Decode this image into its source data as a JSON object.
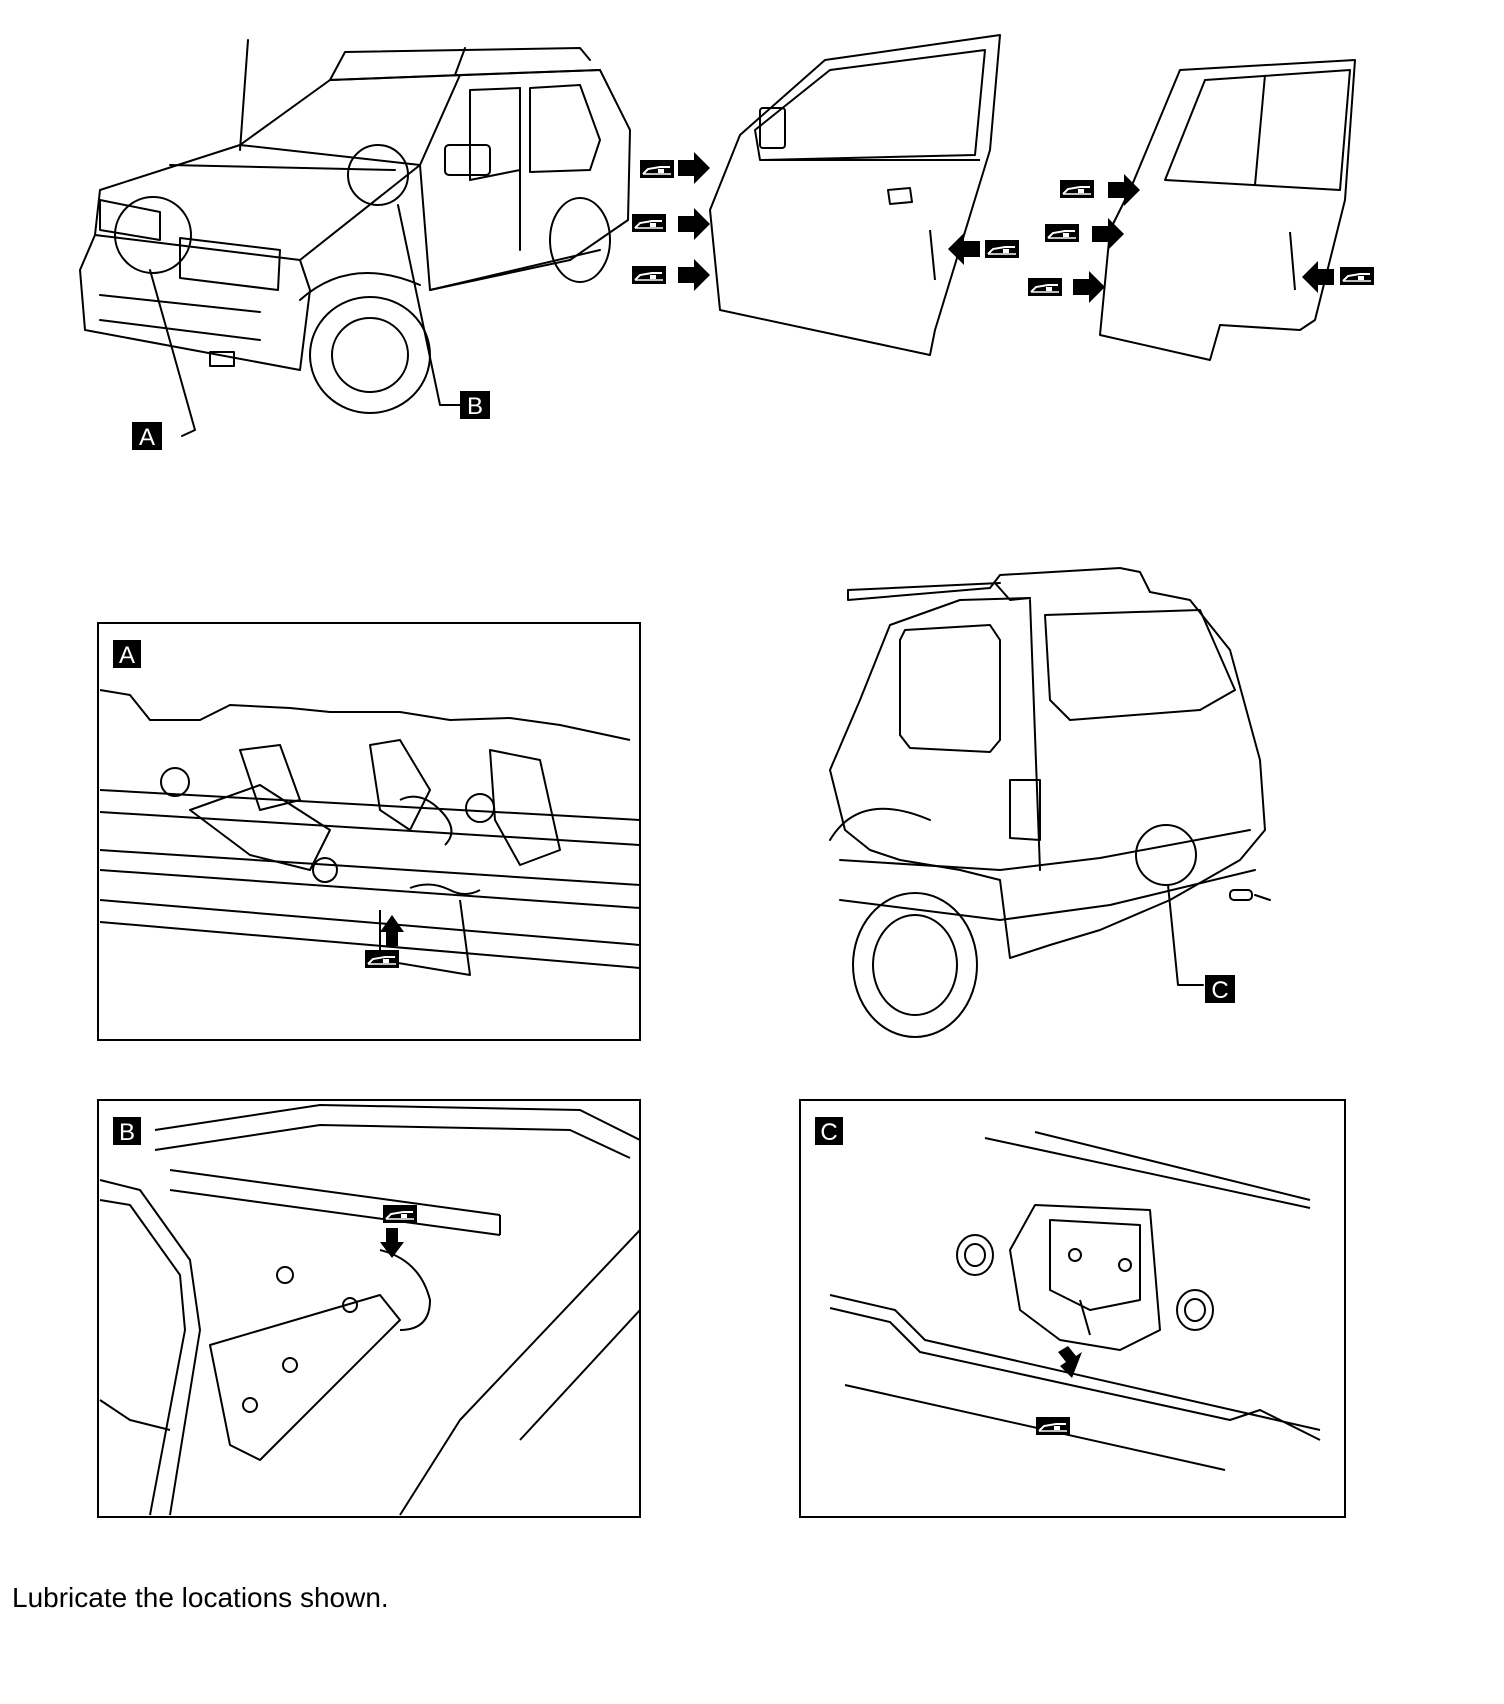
{
  "figure": {
    "callouts": {
      "a": "A",
      "b": "B",
      "c": "C"
    },
    "panels": [
      {
        "id": "A",
        "label": "A"
      },
      {
        "id": "B",
        "label": "B"
      },
      {
        "id": "C",
        "label": "C"
      }
    ],
    "lubricant_icon": "grease-gun-icon"
  },
  "caption": "Lubricate the locations shown.",
  "colors": {
    "line": "#000000",
    "background": "#ffffff",
    "label_box": "#000000",
    "label_text": "#ffffff"
  }
}
